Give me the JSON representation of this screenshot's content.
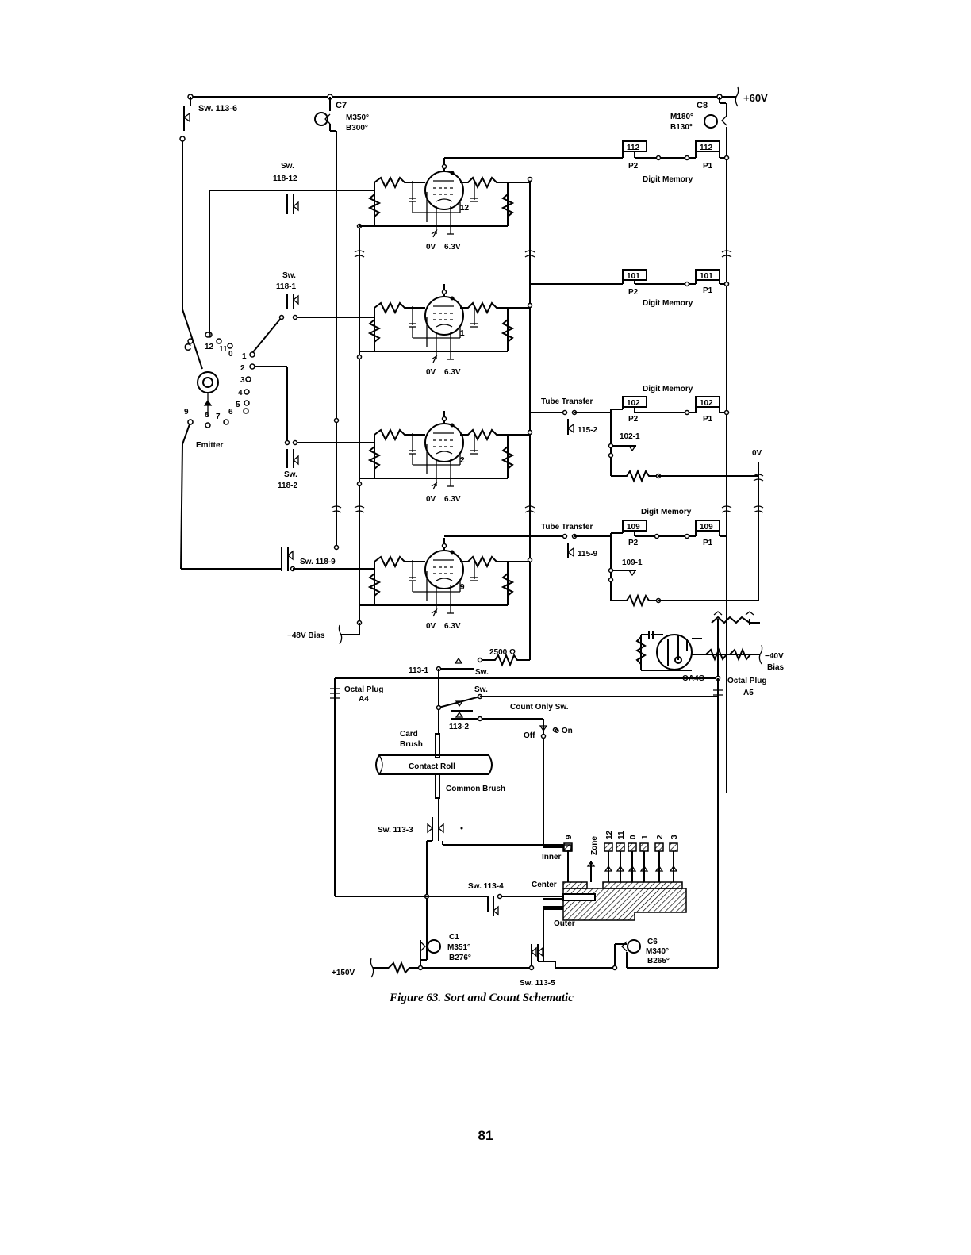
{
  "figure": {
    "caption": "Figure 63. Sort and Count Schematic",
    "page_number": "81"
  },
  "power": {
    "plus_60v": "+60V",
    "plus_150v": "+150V",
    "minus_40v_bias_1": "−40V",
    "minus_40v_bias_2": "Bias",
    "minus_48v_bias": "−48V Bias",
    "zero_v": "0V"
  },
  "cams": {
    "c7": {
      "name": "C7",
      "m": "M350°",
      "b": "B300°"
    },
    "c8": {
      "name": "C8",
      "m": "M180°",
      "b": "B130°"
    },
    "c1": {
      "name": "C1",
      "m": "M351°",
      "b": "B276°"
    },
    "c6": {
      "name": "C6",
      "m": "M340°",
      "b": "B265°"
    }
  },
  "switches": {
    "sw_113_6": "Sw. 113-6",
    "sw_118_12_a": "Sw.",
    "sw_118_12_b": "118-12",
    "sw_118_1_a": "Sw.",
    "sw_118_1_b": "118-1",
    "sw_118_2_a": "Sw.",
    "sw_118_2_b": "118-2",
    "sw_118_9": "Sw. 118-9",
    "sw_113_1": "113-1",
    "sw_113_1_sw": "Sw.",
    "sw_2": "Sw.",
    "count_only": "Count Only Sw.",
    "sw_113_2": "113-2",
    "off": "Off",
    "on": "o On",
    "sw_113_3": "Sw. 113-3",
    "sw_113_4": "Sw. 113-4",
    "sw_113_5": "Sw. 113-5",
    "sw_115_2": "115-2",
    "sw_115_9": "115-9",
    "sw_102_1": "102-1",
    "sw_109_1": "109-1"
  },
  "memory": {
    "rows": [
      {
        "relay": "112",
        "p2": "P2",
        "p1": "P1",
        "label": "Digit Memory"
      },
      {
        "relay": "101",
        "p2": "P2",
        "p1": "P1",
        "label": "Digit Memory"
      },
      {
        "relay": "102",
        "p2": "P2",
        "p1": "P1",
        "label": "Digit Memory"
      },
      {
        "relay": "109",
        "p2": "P2",
        "p1": "P1",
        "label": "Digit Memory"
      }
    ],
    "tube_transfer": "Tube Transfer"
  },
  "tubes": {
    "labels": [
      "12",
      "1",
      "2",
      "9"
    ],
    "ov": "0V",
    "v63": "6.3V",
    "resistor_2500": "2500 Ω",
    "oa4g": "OA4G"
  },
  "emitter": {
    "label": "Emitter",
    "c": "C",
    "positions": [
      "12",
      "11",
      "0",
      "1",
      "2",
      "3",
      "4",
      "5",
      "6",
      "7",
      "8",
      "9"
    ]
  },
  "brushes": {
    "card_brush_1": "Card",
    "card_brush_2": "Brush",
    "contact_roll": "Contact Roll",
    "common_brush": "Common Brush",
    "inner": "Inner",
    "center": "Center",
    "outer": "Outer",
    "zone": "Zone",
    "columns": [
      "9",
      "12",
      "11",
      "0",
      "1",
      "2",
      "3"
    ]
  },
  "plugs": {
    "a4_1": "Octal Plug",
    "a4_2": "A4",
    "a5_1": "Octal Plug",
    "a5_2": "A5"
  }
}
